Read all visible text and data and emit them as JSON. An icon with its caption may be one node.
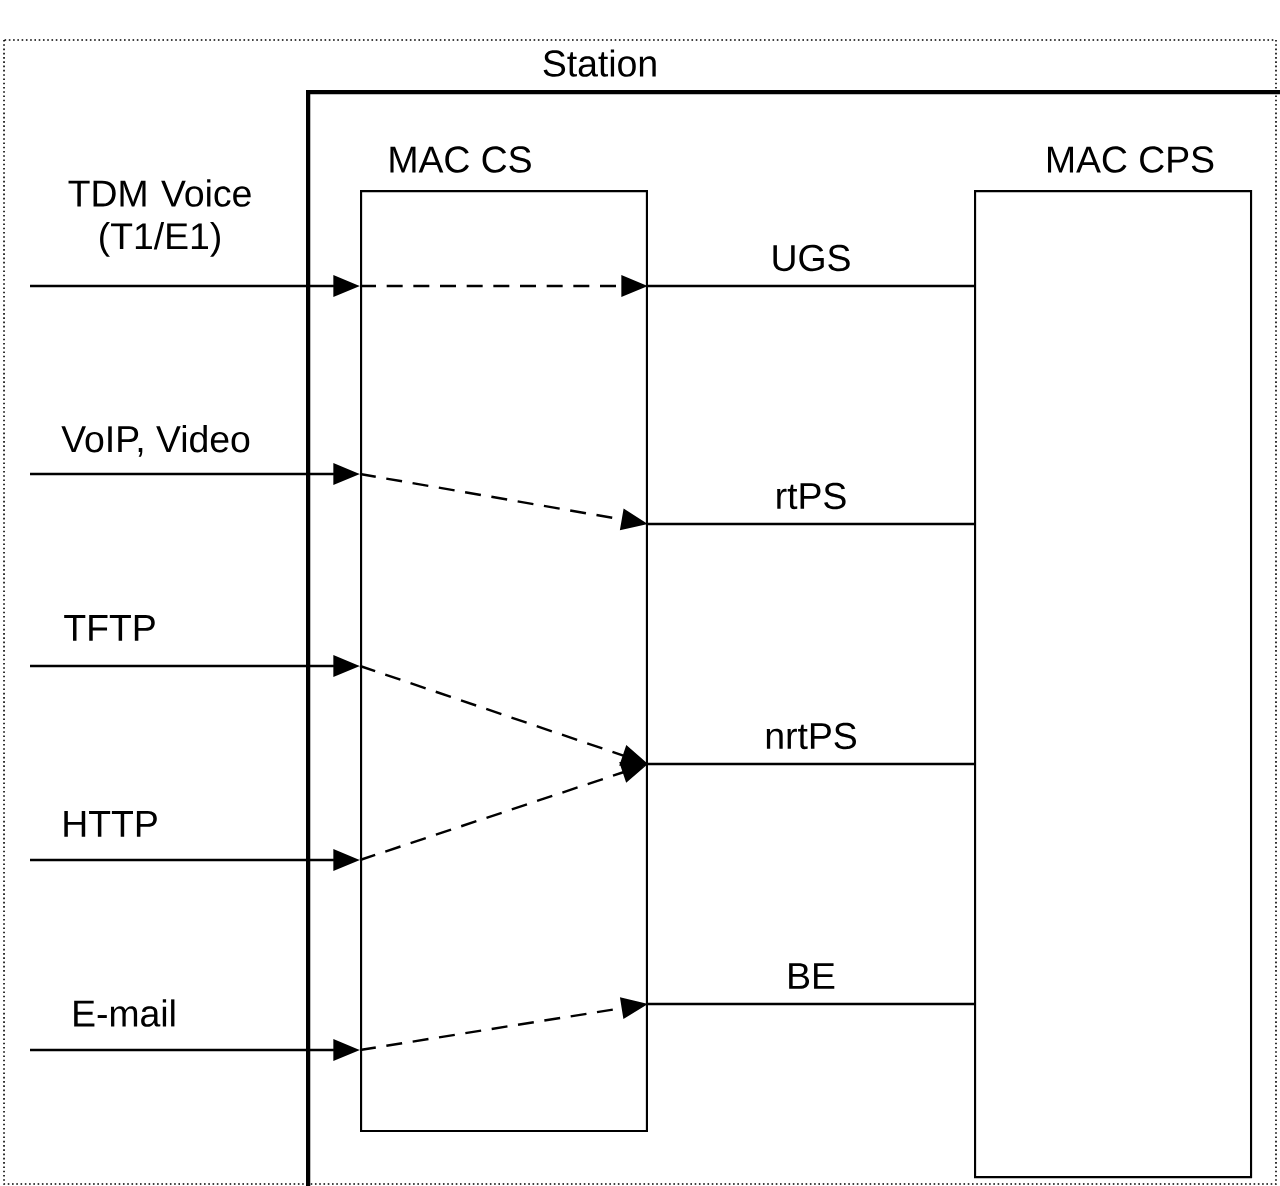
{
  "diagram": {
    "nodes": [
      {
        "text": [
          "Station"
        ]
      },
      {
        "text": [
          "MAC CS"
        ],
        "in": 0
      },
      {
        "text": [
          "MAC CPS"
        ],
        "in": 0
      },
      {
        "text": [
          "TDM Voice (T1/E1)"
        ]
      },
      {
        "text": [
          "VoIP, Video"
        ]
      },
      {
        "text": [
          "TFTP"
        ]
      },
      {
        "text": [
          "HTTP"
        ]
      },
      {
        "text": [
          "E-mail"
        ]
      }
    ],
    "edges": [
      {
        "from": 3,
        "to": 1,
        "arrow": "to"
      },
      {
        "from": 4,
        "to": 1,
        "arrow": "to"
      },
      {
        "from": 5,
        "to": 1,
        "arrow": "to"
      },
      {
        "from": 6,
        "to": 1,
        "arrow": "to"
      },
      {
        "from": 7,
        "to": 1,
        "arrow": "to"
      },
      {
        "from": 1,
        "to": 1,
        "arrow": "to",
        "style": "dashed"
      },
      {
        "from": 1,
        "to": 1,
        "arrow": "to",
        "style": "dashed"
      },
      {
        "from": 1,
        "to": 1,
        "arrow": "to",
        "style": "dashed"
      },
      {
        "from": 1,
        "to": 1,
        "arrow": "to",
        "style": "dashed"
      },
      {
        "from": 1,
        "to": 1,
        "arrow": "to",
        "style": "dashed"
      },
      {
        "from": 1,
        "to": 2,
        "arrow": "none",
        "label": "UGS"
      },
      {
        "from": 1,
        "to": 2,
        "arrow": "none",
        "label": "rtPS"
      },
      {
        "from": 1,
        "to": 2,
        "arrow": "none",
        "label": "nrtPS"
      },
      {
        "from": 1,
        "to": 2,
        "arrow": "none",
        "label": "BE"
      }
    ]
  }
}
